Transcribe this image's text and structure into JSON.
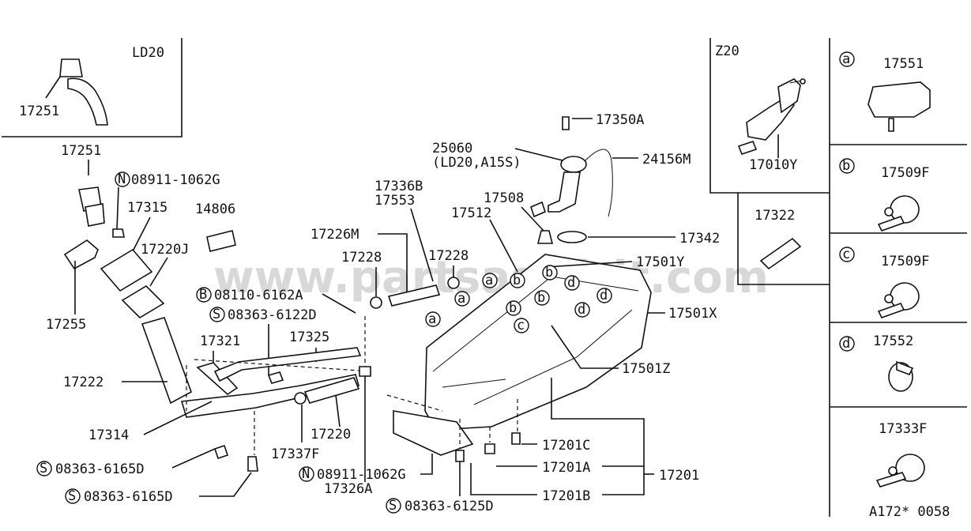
{
  "watermark": "www.partsasofsit.com",
  "insets": {
    "ld20": {
      "title": "LD20",
      "part": "17251"
    },
    "z20": {
      "title": "Z20",
      "part": "17010Y"
    },
    "box_17322": {
      "part": "17322"
    }
  },
  "legend": [
    {
      "letter": "a",
      "part": "17551"
    },
    {
      "letter": "b",
      "part": "17509F"
    },
    {
      "letter": "c",
      "part": "17509F"
    },
    {
      "letter": "d",
      "part": "17552"
    },
    {
      "letter": "",
      "part": "17333F"
    }
  ],
  "labels": {
    "p17251": "17251",
    "n08911_top": "08911-1062G",
    "p17315": "17315",
    "p14806": "14806",
    "p17220J": "17220J",
    "p17255": "17255",
    "b08110": "08110-6162A",
    "s08363_6122D": "08363-6122D",
    "p17321": "17321",
    "p17325": "17325",
    "p17222": "17222",
    "p17314": "17314",
    "s08363_6165D_1": "08363-6165D",
    "s08363_6165D_2": "08363-6165D",
    "p17337F": "17337F",
    "p17220": "17220",
    "n08911_bot": "08911-1062G",
    "p17326A": "17326A",
    "s08363_6125D": "08363-6125D",
    "p17226M": "17226M",
    "p17228a": "17228",
    "p17228b": "17228",
    "p17336B": "17336B",
    "p17553": "17553",
    "p17512": "17512",
    "p17508": "17508",
    "p25060": "25060",
    "p25060sub": "(LD20,A15S)",
    "p17350A": "17350A",
    "p24156M": "24156M",
    "p17342": "17342",
    "p17501Y": "17501Y",
    "p17501X": "17501X",
    "p17501Z": "17501Z",
    "p17201C": "17201C",
    "p17201A": "17201A",
    "p17201B": "17201B",
    "p17201": "17201",
    "code": "A172* 0058"
  },
  "prefix": {
    "N": "N",
    "B": "B",
    "S": "S"
  }
}
